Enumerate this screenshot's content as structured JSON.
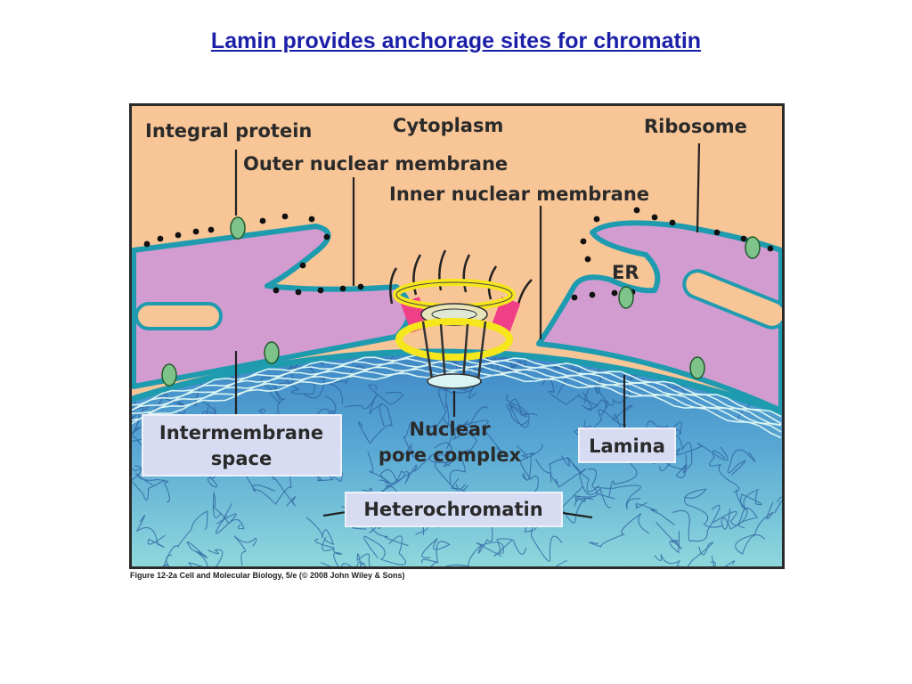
{
  "slide": {
    "title": "Lamin provides anchorage sites for chromatin"
  },
  "figure": {
    "labels": {
      "integral_protein": "Integral protein",
      "cytoplasm": "Cytoplasm",
      "ribosome": "Ribosome",
      "outer_membrane": "Outer nuclear membrane",
      "inner_membrane": "Inner nuclear membrane",
      "er": "ER",
      "intermembrane_line1": "Intermembrane",
      "intermembrane_line2": "space",
      "npc_line1": "Nuclear",
      "npc_line2": "pore complex",
      "lamina": "Lamina",
      "heterochromatin": "Heterochromatin"
    },
    "caption": "Figure 12-2a  Cell and Molecular Biology, 5/e (© 2008 John Wiley & Sons)",
    "colors": {
      "cytoplasm": "#f7c596",
      "membrane_lumen": "#d39cd0",
      "membrane_edge": "#1f9bb0",
      "nucleus_top": "#3d86c6",
      "nucleus_bottom": "#8fd9dc",
      "npc_ring": "#f6e61c",
      "label_box": "#d8dcf2",
      "title": "#1b1fa8"
    }
  }
}
